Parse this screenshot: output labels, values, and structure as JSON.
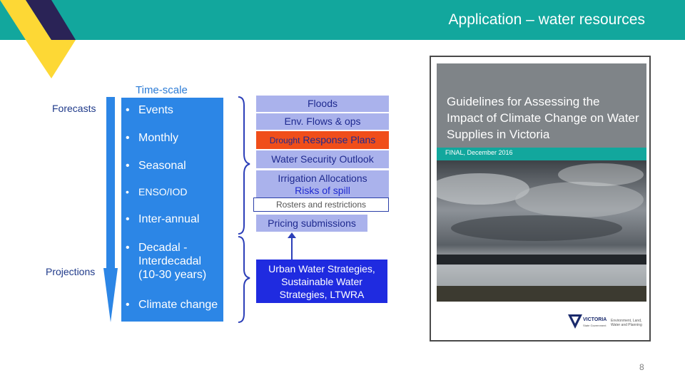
{
  "header": {
    "title": "Application – water resources",
    "bar_color": "#12a79d"
  },
  "left_labels": {
    "forecasts": "Forecasts",
    "projections": "Projections"
  },
  "timescale": {
    "heading": "Time-scale",
    "items": [
      {
        "bullet": "•",
        "text": "Events"
      },
      {
        "bullet": "•",
        "text": "Monthly"
      },
      {
        "bullet": "•",
        "text": "Seasonal"
      },
      {
        "bullet": "•",
        "text": "ENSO/IOD"
      },
      {
        "bullet": "•",
        "text": "Inter-annual"
      },
      {
        "bullet": "•",
        "text": "Decadal - Interdecadal (10-30 years)"
      },
      {
        "bullet": "•",
        "text": "Climate change"
      }
    ]
  },
  "applications": {
    "floods": "Floods",
    "env_flows": "Env. Flows & ops",
    "drought_prefix": "Drought",
    "drought_suffix": "Response Plans",
    "water_security": "Water Security Outlook",
    "irrigation": "Irrigation Allocations",
    "risks_of_spill": "Risks of spill",
    "rosters": "Rosters and restrictions",
    "pricing": "Pricing submissions",
    "urban": "Urban Water Strategies, Sustainable Water Strategies, LTWRA"
  },
  "report": {
    "title": "Guidelines for Assessing the Impact of Climate Change on Water Supplies in Victoria",
    "date": "FINAL, December 2016",
    "brand": "VICTORIA",
    "brand_sub": "State Government",
    "department": "Environment, Land, Water and Planning"
  },
  "footer": {
    "page_number": "8"
  }
}
